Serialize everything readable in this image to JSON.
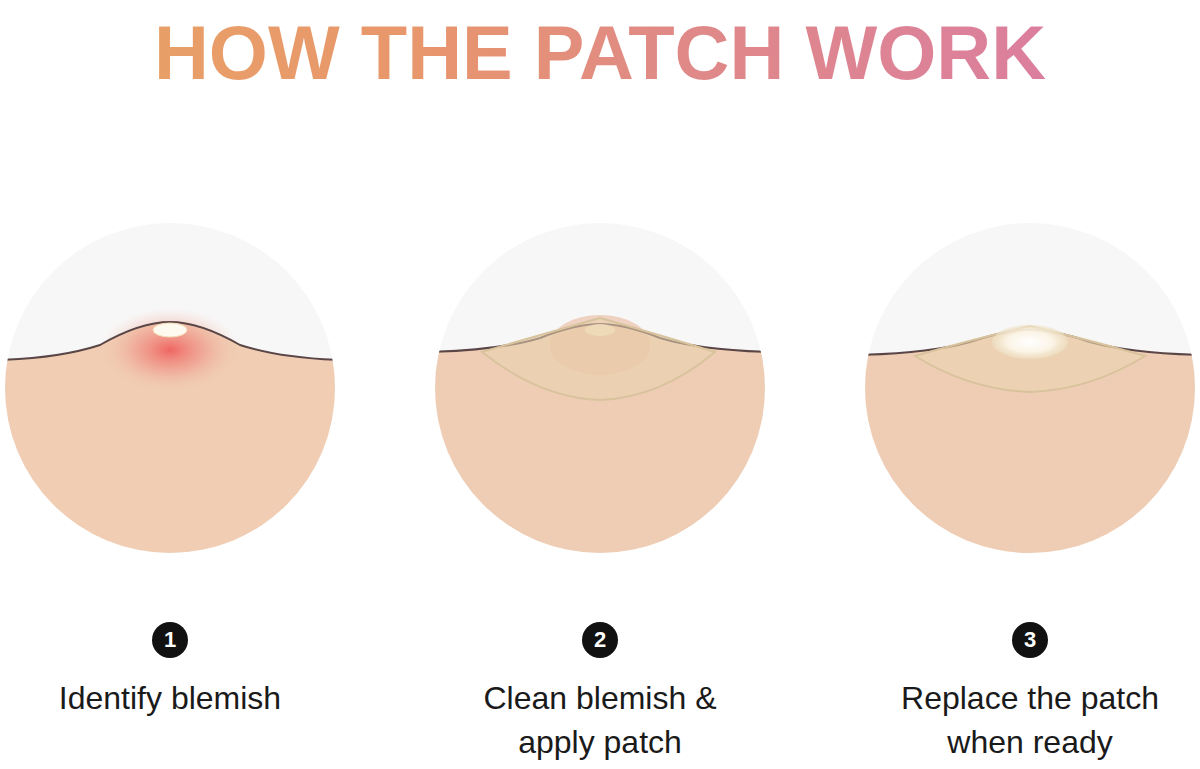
{
  "diagram": {
    "title": "HOW THE PATCH WORK",
    "nodes": [
      {
        "text": [
          "1"
        ]
      },
      {
        "text": [
          "2"
        ]
      },
      {
        "text": [
          "3"
        ]
      }
    ],
    "labels": [
      "Identify blemish",
      "Clean blemish & apply patch",
      "Replace the patch when ready"
    ]
  }
}
